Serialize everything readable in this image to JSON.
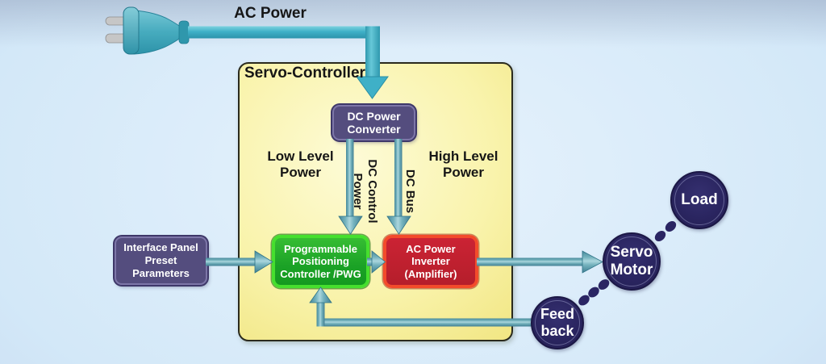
{
  "labels": {
    "ac_power": "AC Power",
    "servo_controller": "Servo-Controller",
    "low_level": [
      "Low Level",
      "Power"
    ],
    "high_level": [
      "High Level",
      "Power"
    ],
    "dc_control_power": [
      "DC Control",
      "Power"
    ],
    "dc_bus": "DC Bus"
  },
  "nodes": {
    "dc_converter": {
      "lines": [
        "DC Power",
        "Converter"
      ]
    },
    "interface_panel": {
      "lines": [
        "Interface Panel",
        "Preset Parameters"
      ]
    },
    "positioning_controller": {
      "lines": [
        "Programmable",
        "Positioning",
        "Controller /PWG"
      ]
    },
    "ac_inverter": {
      "lines": [
        "AC Power",
        "Inverter",
        "(Amplifier)"
      ]
    },
    "servo_motor": {
      "lines": [
        "Servo",
        "Motor"
      ]
    },
    "load": {
      "lines": [
        "Load"
      ]
    },
    "feedback": {
      "lines": [
        "Feed",
        "back"
      ]
    }
  },
  "colors": {
    "background_blue": "#d3e8f8",
    "container_yellow": "#f7f0a0",
    "cord_teal": "#3fb0c7",
    "pipe_teal": "#4a8c9d",
    "node_purple": "#544d7e",
    "node_green": "#1ba226",
    "node_green_border": "#46df2e",
    "node_red": "#b51e2b",
    "node_red_border": "#f34b2b",
    "circle_navy": "#2a2560",
    "text_dark": "#161616",
    "text_light": "#ffffff"
  }
}
